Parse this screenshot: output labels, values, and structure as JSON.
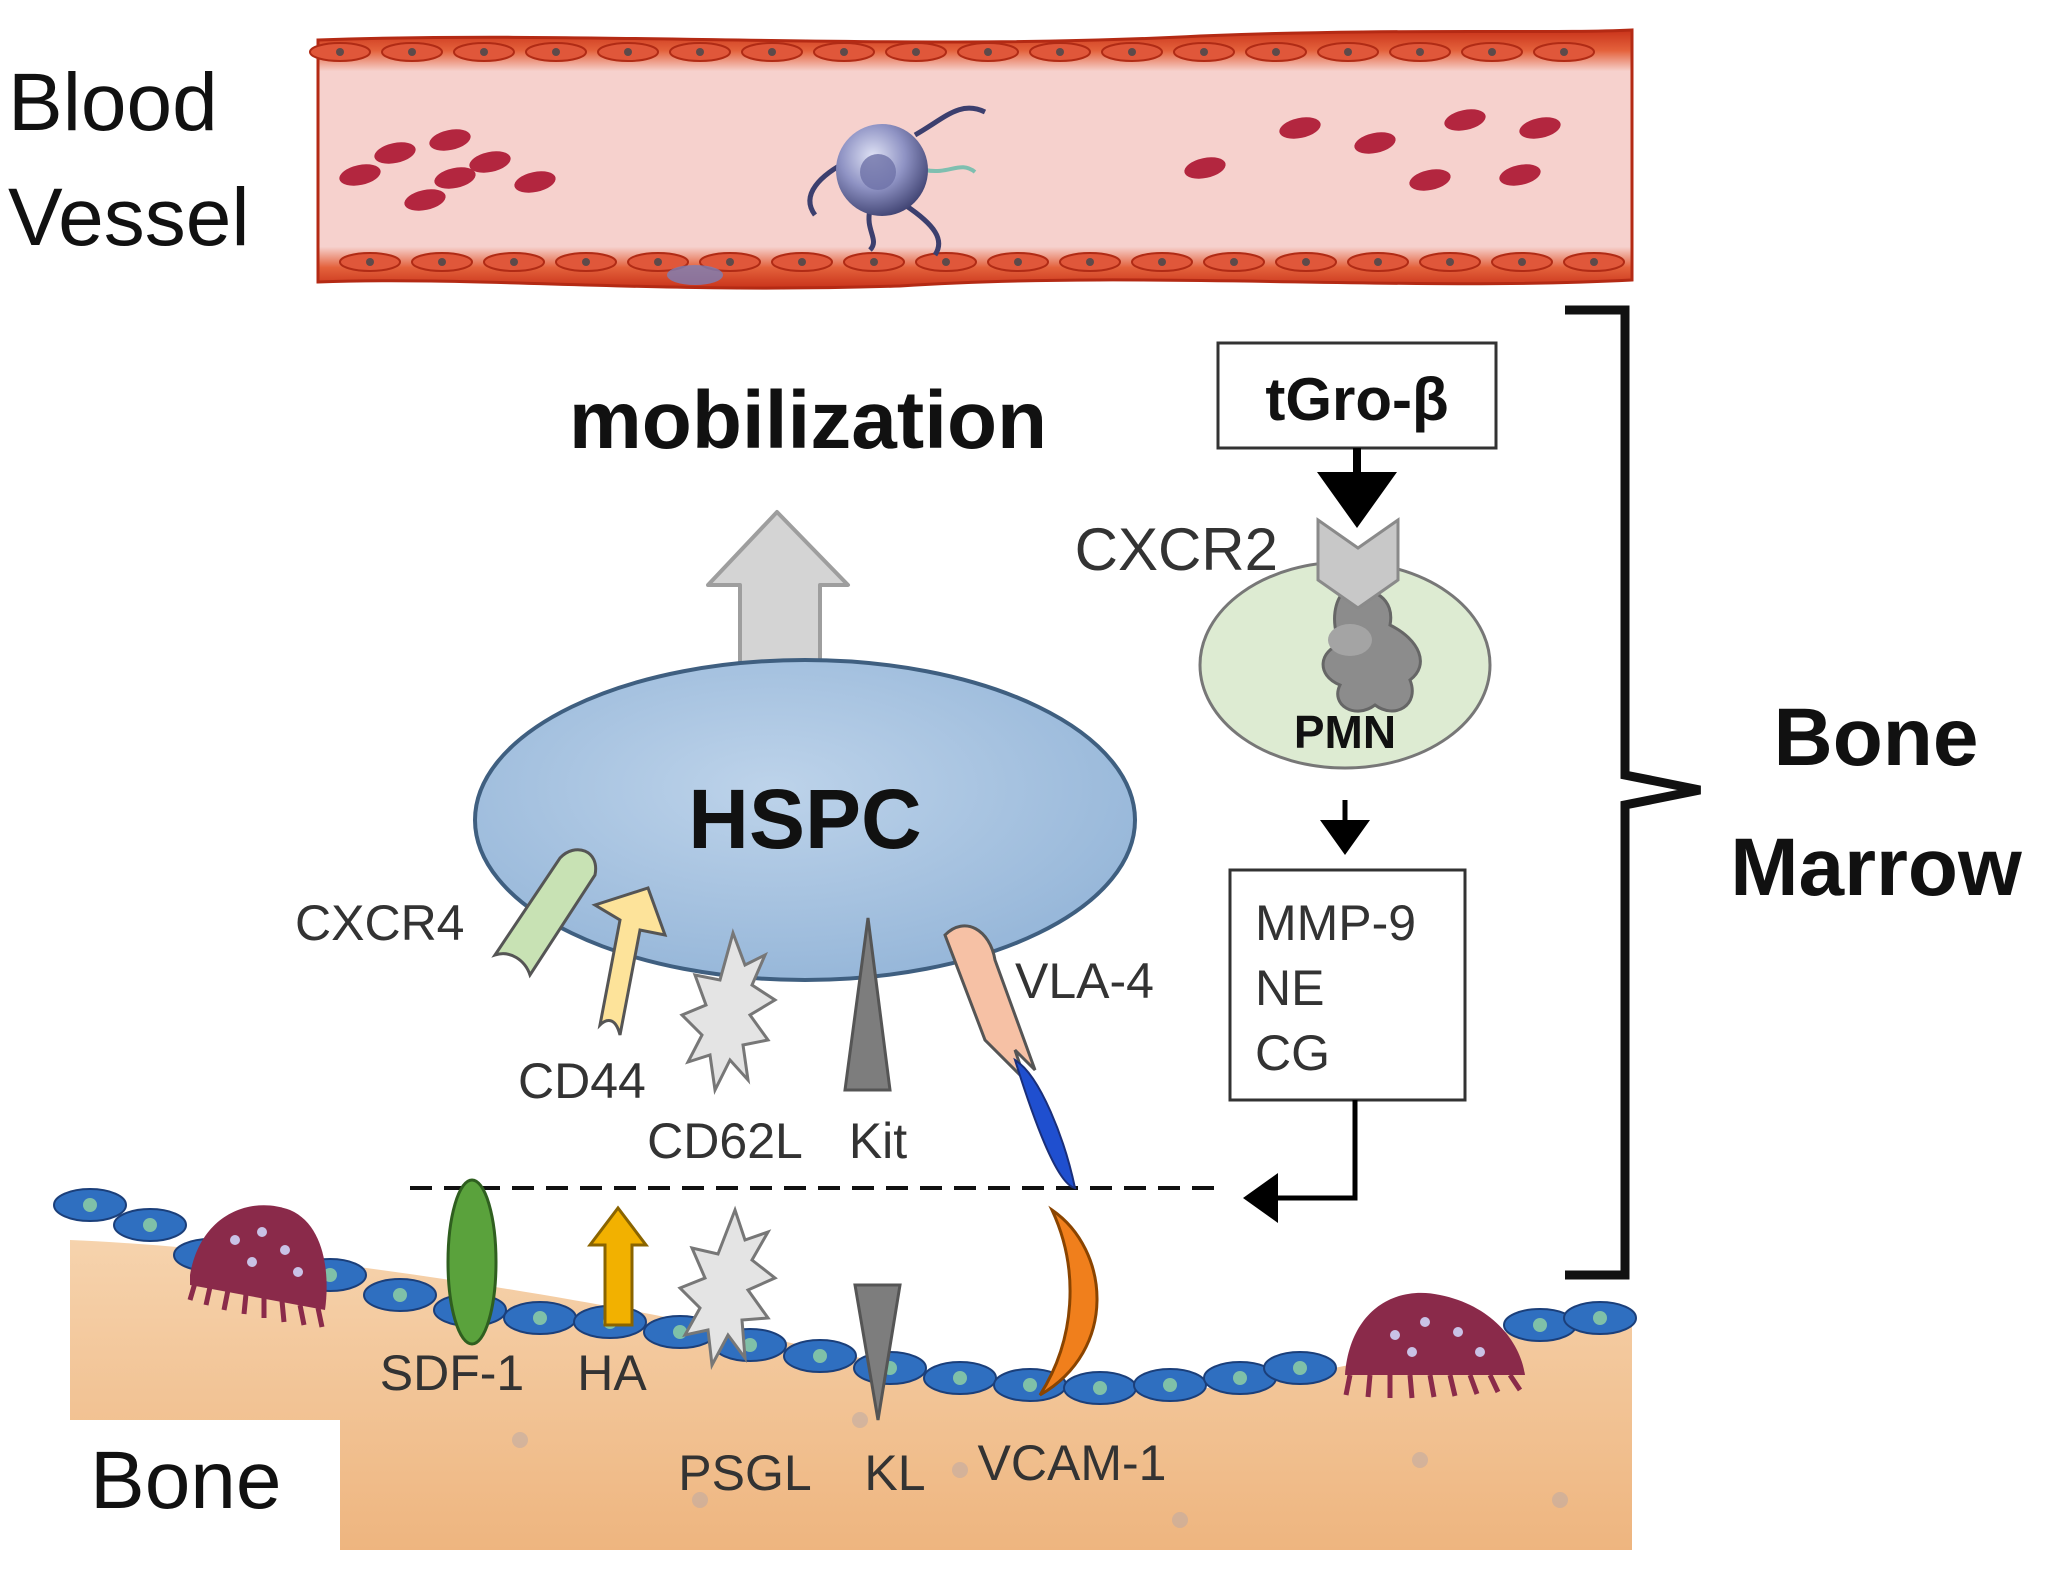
{
  "labels": {
    "blood_vessel_line1": "Blood",
    "blood_vessel_line2": "Vessel",
    "mobilization": "mobilization",
    "hspc": "HSPC",
    "tgro": "tGro-β",
    "cxcr2": "CXCR2",
    "pmn": "PMN",
    "proteases": [
      "MMP-9",
      "NE",
      "CG"
    ],
    "bone_marrow_line1": "Bone",
    "bone_marrow_line2": "Marrow",
    "bone": "Bone",
    "hspc_receptors": {
      "cxcr4": "CXCR4",
      "cd44": "CD44",
      "cd62l": "CD62L",
      "kit": "Kit",
      "vla4": "VLA-4"
    },
    "niche_ligands": {
      "sdf1": "SDF-1",
      "ha": "HA",
      "psgl": "PSGL",
      "kl": "KL",
      "vcam1": "VCAM-1"
    }
  },
  "colors": {
    "vessel_wall": "#d8401f",
    "vessel_lumen": "#f6d1cd",
    "red_blood_cell": "#b3263f",
    "hspc_fill": "#a7c4e1",
    "pmn_fill": "#ddebd2",
    "bone_fill": "#f3c89a",
    "osteoblast": "#2f6fc0",
    "osteoclast": "#8a2a4a",
    "cxcr4": "#c8e2b4",
    "cd44": "#fde39a",
    "vla4": "#f6c1a5",
    "vla4_tip": "#1f4fcf",
    "sdf1": "#5aa23c",
    "ha": "#f2b100",
    "vcam1": "#f07f1c",
    "receptor_gray": "#7d7d7d",
    "arrow_gray": "#d4d4d4"
  }
}
